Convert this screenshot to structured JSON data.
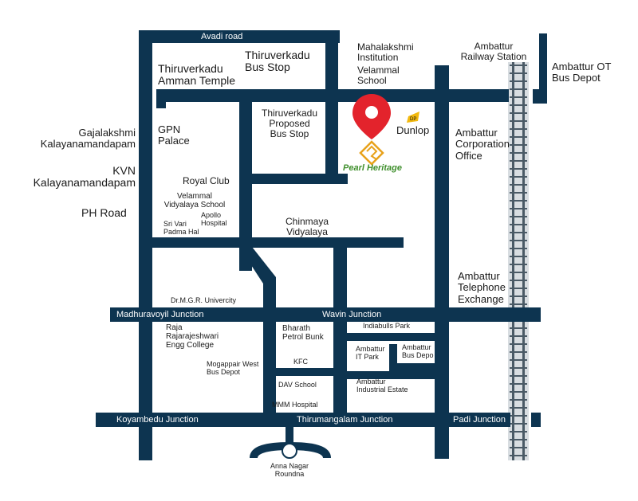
{
  "colors": {
    "road": "#0d3450",
    "pin": "#e3232c",
    "brand_gold": "#e8a21b",
    "brand_green": "#3f8f2c",
    "rail_bg": "#d8dde1"
  },
  "icons": [
    "location-pin-icon",
    "dunlop-logo-icon",
    "pearl-heritage-logo-icon",
    "railway-track-icon"
  ],
  "roads": {
    "avadi": "Avadi road",
    "madhuravoyil": "Madhuravoyil Junction",
    "wavin": "Wavin Junction",
    "koyambedu": "Koyambedu Junction",
    "thirumangalam": "Thirumangalam Junction",
    "padi": "Padi Junction",
    "ph_road": "PH Road"
  },
  "places": {
    "thiruverkadu_temple_1": "Thiruverkadu",
    "thiruverkadu_temple_2": "Amman Temple",
    "thiruverkadu_bus_1": "Thiruverkadu",
    "thiruverkadu_bus_2": "Bus Stop",
    "mahalakshmi_1": "Mahalakshmi",
    "mahalakshmi_2": "Institution",
    "velammal_1": "Velammal",
    "velammal_2": "School",
    "railway_1": "Ambattur",
    "railway_2": "Railway Station",
    "ot_depot_1": "Ambattur OT",
    "ot_depot_2": "Bus Depot",
    "gajalakshmi_1": "Gajalakshmi",
    "gajalakshmi_2": "Kalayanamandapam",
    "gpn_1": "GPN",
    "gpn_2": "Palace",
    "proposed_1": "Thiruverkadu",
    "proposed_2": "Proposed",
    "proposed_3": "Bus Stop",
    "dunlop": "Dunlop",
    "corporation_1": "Ambattur",
    "corporation_2": "Corporation",
    "corporation_3": "Office",
    "kvn_1": "KVN",
    "kvn_2": "Kalayanamandapam",
    "royal_club": "Royal Club",
    "velammal_vid_1": "Velammal",
    "velammal_vid_2": "Vidyalaya School",
    "apollo_1": "Apollo",
    "apollo_2": "Hospital",
    "srivari_1": "Sri Vari",
    "srivari_2": "Padma Hal",
    "chinmaya_1": "Chinmaya",
    "chinmaya_2": "Vidyalaya",
    "telephone_1": "Ambattur",
    "telephone_2": "Telephone",
    "telephone_3": "Exchange",
    "mgr": "Dr.M.G.R. Univercity",
    "raja_1": "Raja",
    "raja_2": "Rajarajeshwari",
    "raja_3": "Engg College",
    "bharath_1": "Bharath",
    "bharath_2": "Petrol Bunk",
    "indiabulls": "Indiabulls Park",
    "it_park_1": "Ambattur",
    "it_park_2": "IT Park",
    "bus_depo_1": "Ambattur",
    "bus_depo_2": "Bus Depo",
    "mogappair_1": "Mogappair West",
    "mogappair_2": "Bus Depot",
    "kfc": "KFC",
    "dav": "DAV School",
    "estate_1": "Ambattur",
    "estate_2": "Industrial Estate",
    "mmm": "MMM Hospital",
    "anna_1": "Anna Nagar",
    "anna_2": "Roundna"
  },
  "brand": {
    "name": "Pearl Heritage"
  }
}
